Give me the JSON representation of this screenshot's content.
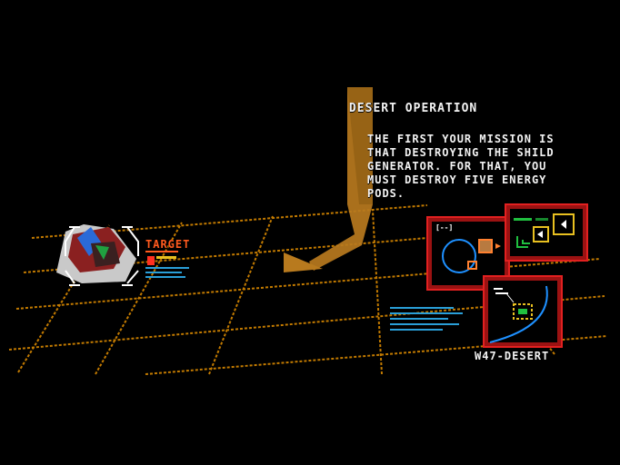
{
  "mission": {
    "title": "DESERT OPERATION",
    "briefing": "THE FIRST YOUR MISSION IS\nTHAT DESTROYING THE SHILD\nGENERATOR. FOR THAT, YOU\nMUST DESTROY FIVE ENERGY\nPODS."
  },
  "target": {
    "label": "TARGET",
    "icon": "enemy-tank-icon"
  },
  "map": {
    "label": "W47-DESERT",
    "radar_caption": "[--]"
  },
  "colors": {
    "grid": "#c27a00",
    "arrow": "#b87a1e",
    "panel_border": "#e22020",
    "panel_fill": "#9b1212",
    "radar_line": "#1e90ff",
    "target_text": "#ff5a1e",
    "highlight": "#e8c020",
    "data_text": "#2a9fd8",
    "text": "#f2f2f2"
  }
}
